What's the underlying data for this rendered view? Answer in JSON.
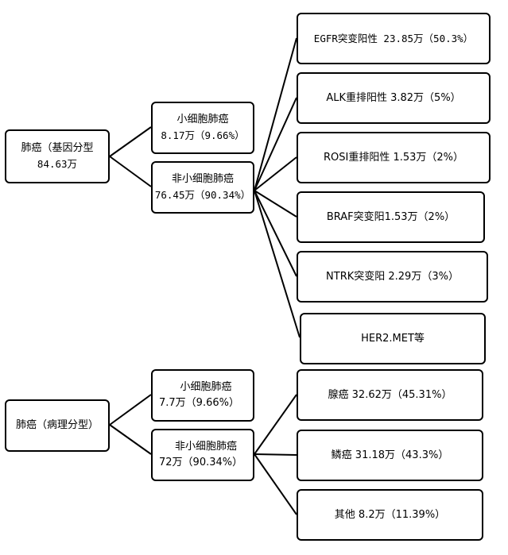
{
  "genetic": {
    "root": {
      "line1": "肺癌（基因分型",
      "line2": "84.63万"
    },
    "small_cell": {
      "title": "小细胞肺癌",
      "value": "8.17万（9.66%）"
    },
    "non_small_cell": {
      "title": "非小细胞肺癌",
      "value": "76.45万（90.34%）"
    },
    "leaves": [
      "EGFR突变阳性 23.85万（50.3%）",
      "ALK重排阳性 3.82万（5%）",
      "ROSI重排阳性 1.53万（2%）",
      "BRAF突变阳1.53万（2%）",
      "NTRK突变阳 2.29万（3%）",
      "HER2.MET等"
    ]
  },
  "pathology": {
    "root": {
      "line1": "肺癌（病理分型）"
    },
    "small_cell": {
      "title": "小细胞肺癌",
      "value": "7.7万（9.66%）"
    },
    "non_small_cell": {
      "title": "非小细胞肺癌",
      "value": "72万（90.34%）"
    },
    "leaves": [
      "腺癌 32.62万（45.31%）",
      "鳞癌 31.18万（43.3%）",
      "其他 8.2万（11.39%）"
    ]
  }
}
